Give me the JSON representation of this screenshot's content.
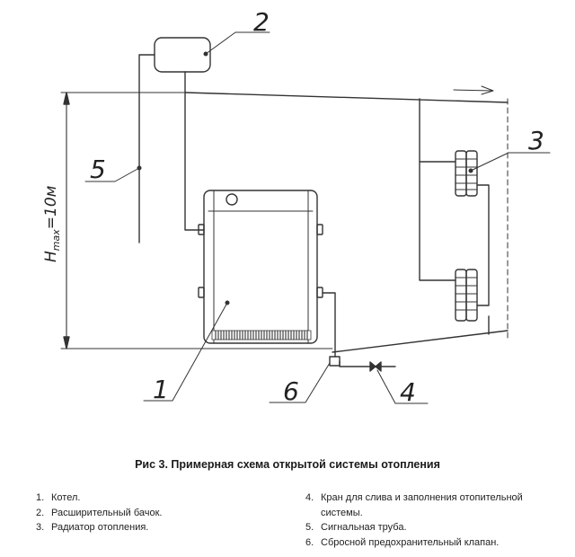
{
  "diagram": {
    "labels": {
      "n1": "1",
      "n2": "2",
      "n3": "3",
      "n4": "4",
      "n5": "5",
      "n6": "6"
    },
    "height_label": "H",
    "height_sub": "max",
    "height_value": "=10м"
  },
  "caption": "Рис 3. Примерная схема открытой системы отопления",
  "legend_left": [
    {
      "num": "1.",
      "text": "Котел."
    },
    {
      "num": "2.",
      "text": "Расширительный бачок."
    },
    {
      "num": "3.",
      "text": "Радиатор отопления."
    }
  ],
  "legend_right": [
    {
      "num": "4.",
      "text": "Кран для слива и заполнения отопительной системы."
    },
    {
      "num": "5.",
      "text": "Сигнальная труба."
    },
    {
      "num": "6.",
      "text": "Сбросной предохранительный клапан."
    }
  ]
}
